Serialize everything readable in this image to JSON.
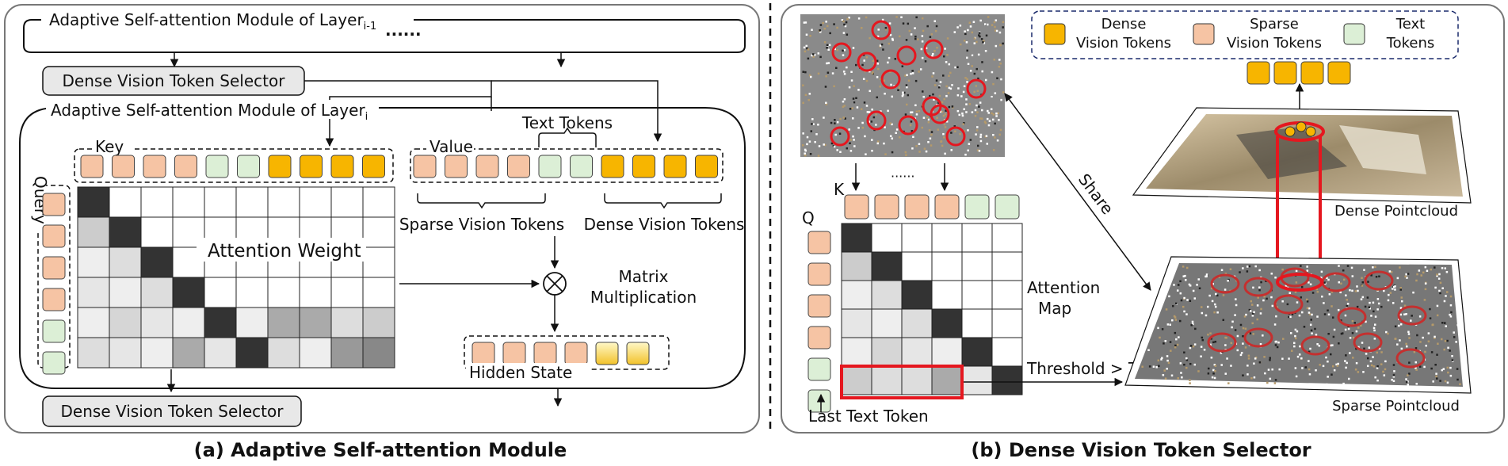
{
  "panel_a": {
    "caption": "(a) Adaptive Self-attention Module",
    "prev_module_label": "Adaptive Self-attention Module of Layer",
    "prev_module_sub": "i-1",
    "ellipsis": "······",
    "selector_top_label": "Dense Vision Token Selector",
    "module_label": "Adaptive Self-attention Module of Layer",
    "module_sub": "i",
    "key_label": "Key",
    "query_label": "Query",
    "value_label": "Value",
    "text_tokens_label": "Text Tokens",
    "attention_weight_label": "Attention Weight",
    "sparse_tokens_label": "Sparse Vision Tokens",
    "dense_tokens_label": "Dense Vision Tokens",
    "matmul_symbol": "⊗",
    "matmul_label_1": "Matrix",
    "matmul_label_2": "Multiplication",
    "hidden_state_label": "Hidden State",
    "selector_bottom_label": "Dense Vision Token Selector"
  },
  "panel_b": {
    "caption": "(b) Dense Vision Token Selector",
    "k_label": "K",
    "q_label": "Q",
    "ellipsis": "······",
    "attention_map_label_1": "Attention",
    "attention_map_label_2": "Map",
    "threshold_label": "Threshold > T",
    "last_text_token_label": "Last Text Token",
    "share_label": "Share",
    "dense_pointcloud_label": "Dense Pointcloud",
    "sparse_pointcloud_label": "Sparse Pointcloud",
    "legend": {
      "dense_label_1": "Dense",
      "dense_label_2": "Vision Tokens",
      "sparse_label_1": "Sparse",
      "sparse_label_2": "Vision Tokens",
      "text_label_1": "Text",
      "text_label_2": "Tokens"
    }
  },
  "colors": {
    "sparse_token": "#f6c4a4",
    "dense_token": "#f7b500",
    "text_token": "#dcefd6",
    "highlight": "#e5171f"
  }
}
